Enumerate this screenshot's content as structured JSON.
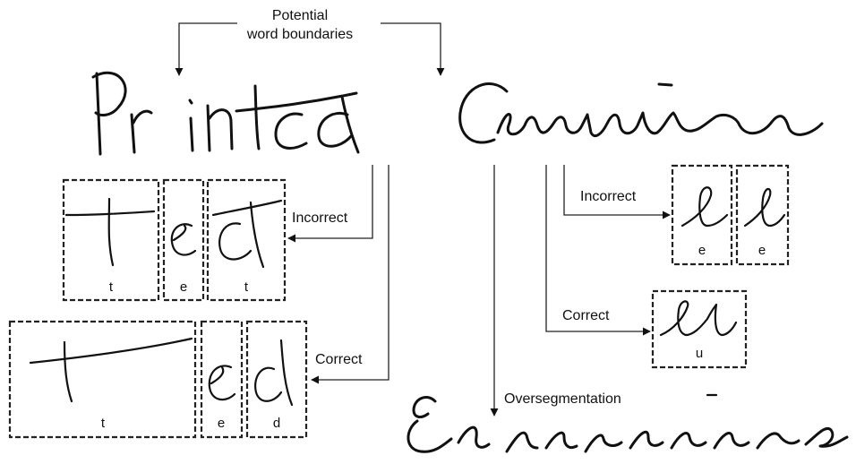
{
  "header": {
    "line1": "Potential",
    "line2": "word boundaries"
  },
  "words": {
    "printed": "Printed",
    "cursive": "Cursive"
  },
  "arrows": {
    "incorrect_printed": "Incorrect",
    "correct_printed": "Correct",
    "incorrect_cursive": "Incorrect",
    "correct_cursive": "Correct",
    "oversegmentation": "Oversegmentation"
  },
  "segments": {
    "printed_incorrect": [
      "t",
      "e",
      "t"
    ],
    "printed_correct": [
      "t",
      "e",
      "d"
    ],
    "cursive_incorrect": [
      "e",
      "e"
    ],
    "cursive_correct": [
      "u"
    ]
  }
}
